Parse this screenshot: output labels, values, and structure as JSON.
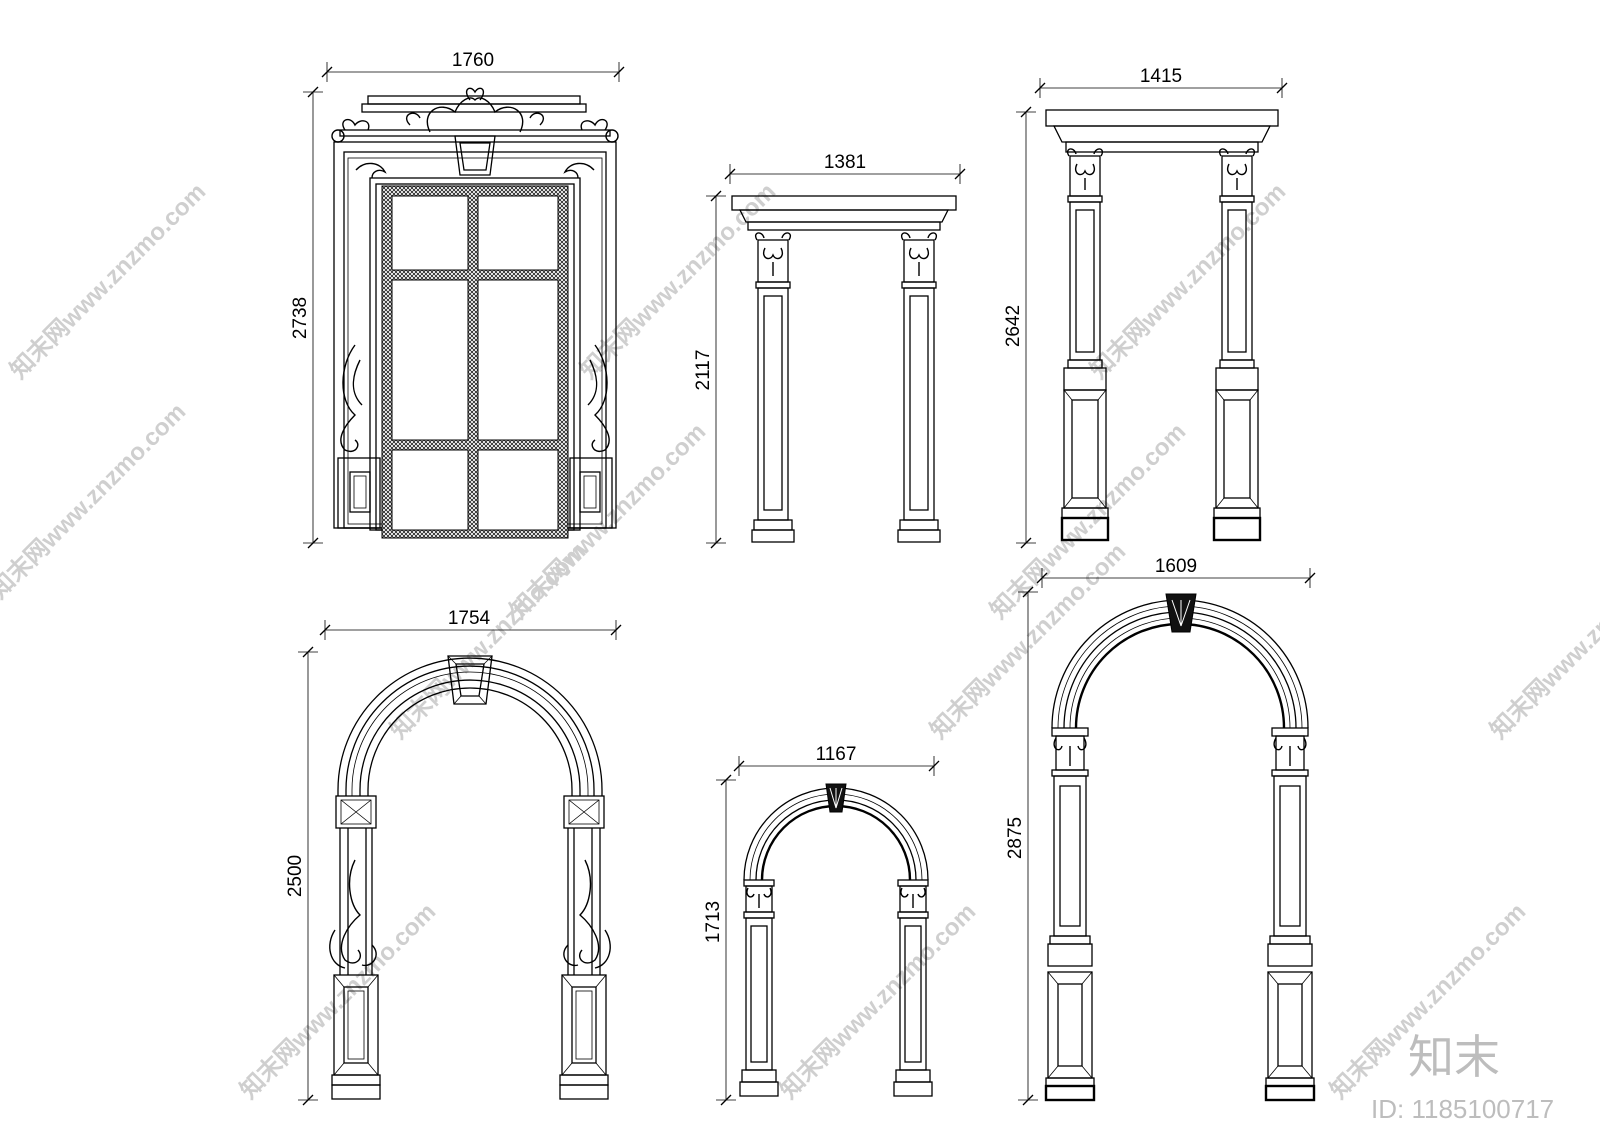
{
  "drawings": [
    {
      "id": "window",
      "width_label": "1760",
      "height_label": "2738"
    },
    {
      "id": "portal-a",
      "width_label": "1381",
      "height_label": "2117"
    },
    {
      "id": "portal-b",
      "width_label": "1415",
      "height_label": "2642"
    },
    {
      "id": "arch-a",
      "width_label": "1754",
      "height_label": "2500"
    },
    {
      "id": "arch-b",
      "width_label": "1167",
      "height_label": "1713"
    },
    {
      "id": "arch-c",
      "width_label": "1609",
      "height_label": "2875"
    }
  ],
  "watermark": {
    "text": "知末网www.znzmo.com",
    "logo": "知末",
    "id_label": "ID: 1185100717"
  }
}
